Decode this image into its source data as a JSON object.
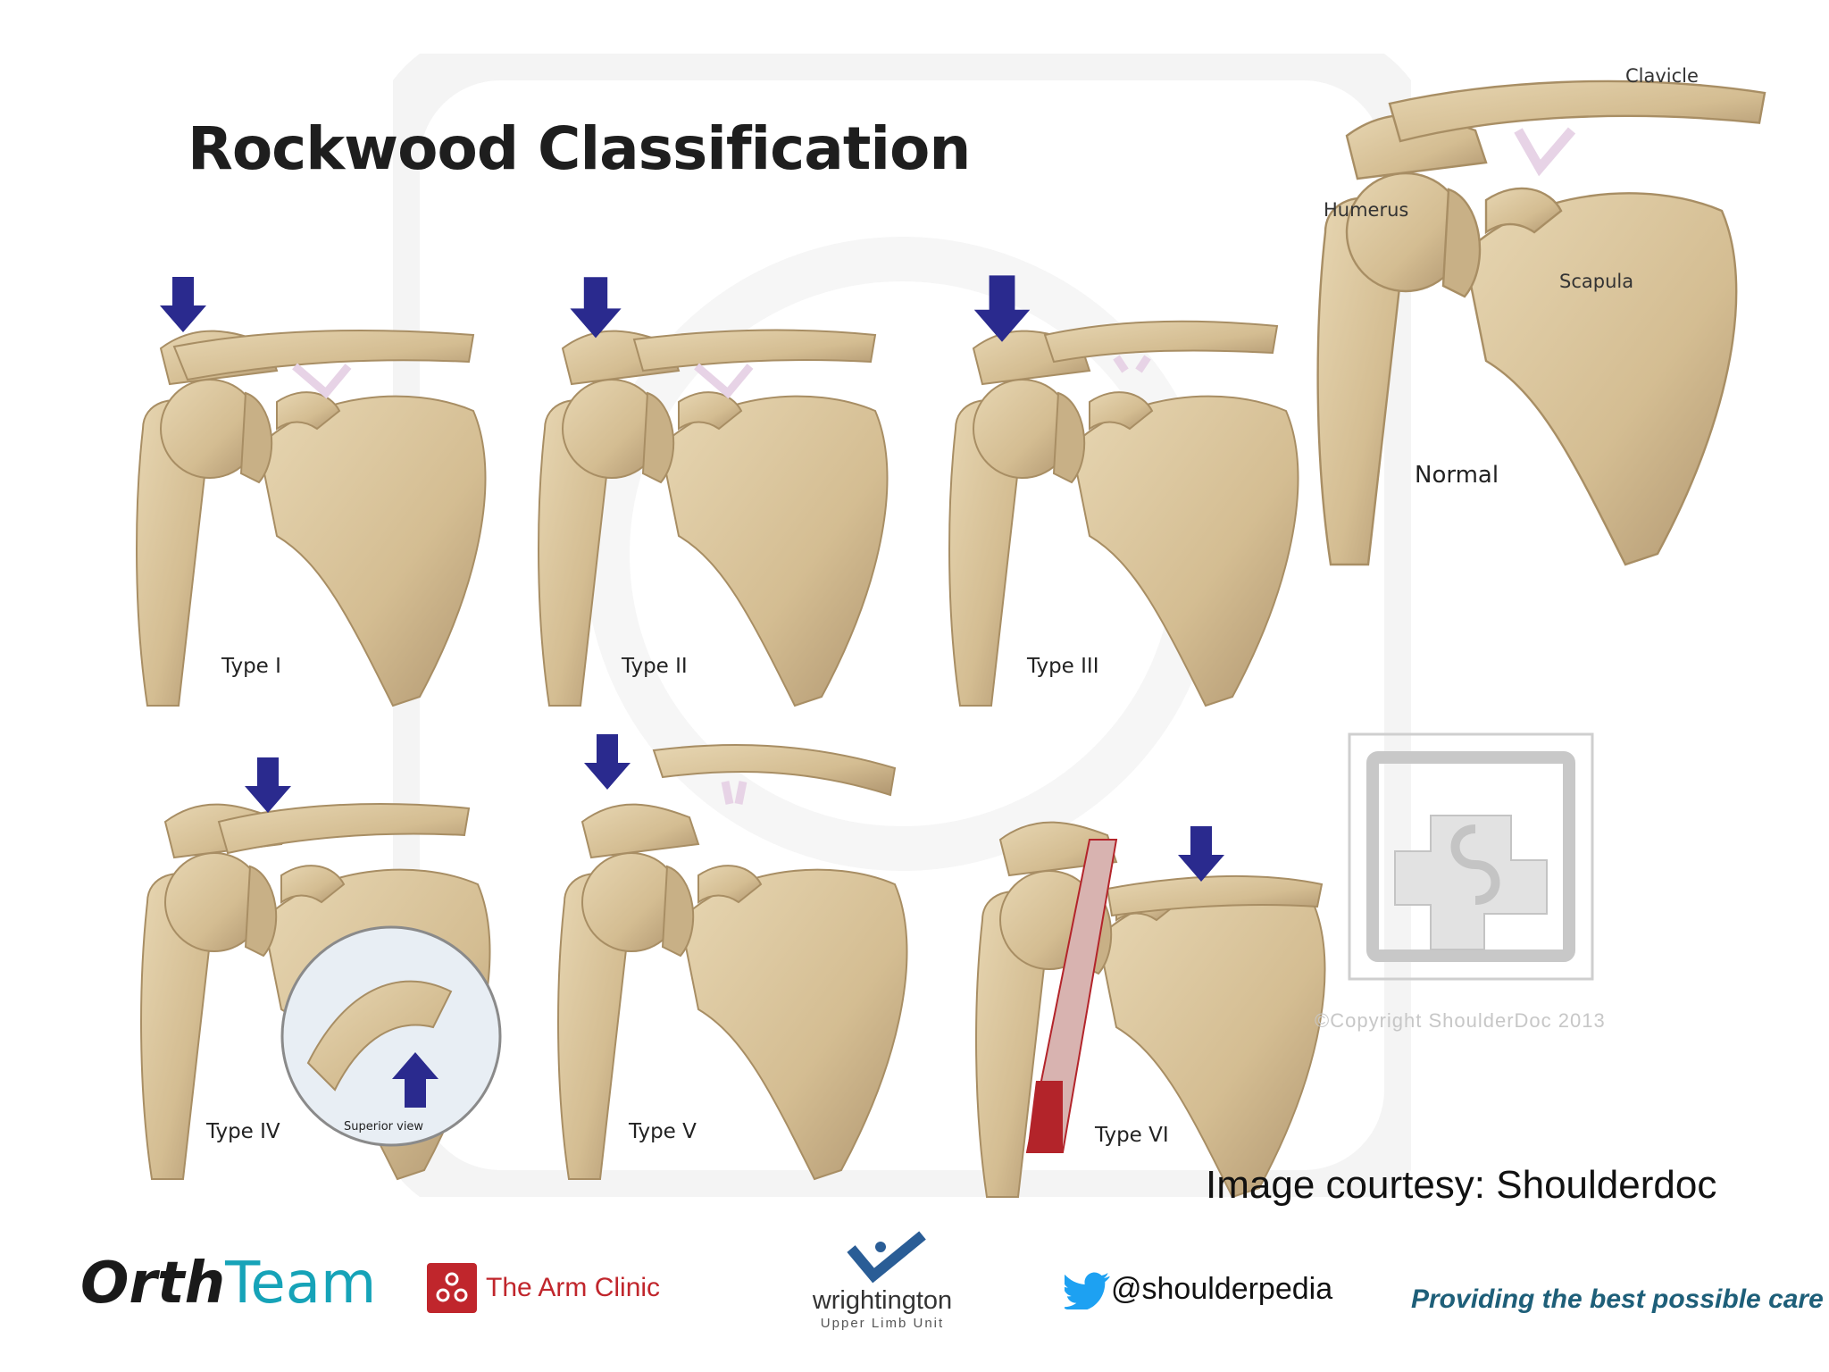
{
  "title": "Rockwood Classification",
  "normal_panel": {
    "clavicle_label": "Clavicle",
    "humerus_label": "Humerus",
    "scapula_label": "Scapula",
    "label": "Normal"
  },
  "panels": [
    {
      "label": "Type I"
    },
    {
      "label": "Type II"
    },
    {
      "label": "Type III"
    },
    {
      "label": "Type IV",
      "inset_label": "Superior view"
    },
    {
      "label": "Type V"
    },
    {
      "label": "Type VI"
    }
  ],
  "credit": "Image courtesy: Shoulderdoc",
  "copyright": "©Copyright ShoulderDoc 2013",
  "footer": {
    "ortho_logo_text_a": "Orth",
    "ortho_logo_text_b": "eam",
    "arm_clinic": "The Arm Clinic",
    "wrightington_line1": "wrightington",
    "wrightington_line2": "Upper Limb Unit",
    "twitter_handle": "@shoulderpedia",
    "tagline": "Providing the best possible care"
  },
  "colors": {
    "bone": "#d9c49c",
    "bone_shade": "#b79e72",
    "ligament": "#e7d3e6",
    "arrow": "#2a2a8e",
    "muscle": "#b3242a"
  },
  "icons": [
    "twitter-bird-icon",
    "arm-clinic-icon",
    "wrightington-check-icon",
    "arrow-down-icon"
  ]
}
